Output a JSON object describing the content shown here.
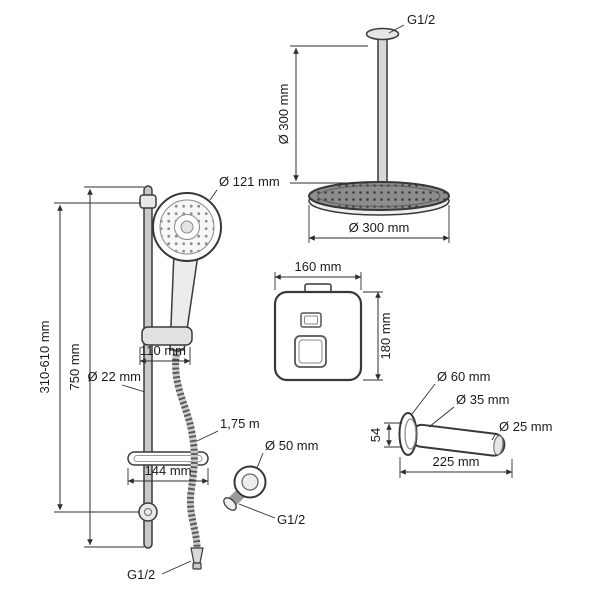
{
  "colors": {
    "ink": "#2d2d2d",
    "background": "#ffffff"
  },
  "diagram": {
    "ceiling_shower": {
      "thread_label": "G1/2",
      "drop_height": "Ø 300 mm",
      "head_diameter": "Ø 300 mm"
    },
    "hand_shower": {
      "head_diameter": "Ø 121 mm",
      "holder_offset": "110 mm",
      "rail_diameter": "Ø 22 mm",
      "adjustable_range": "310-610 mm",
      "rail_length": "750 mm",
      "hose_length": "1,75 m",
      "shelf_width": "144 mm",
      "hose_thread": "G1/2"
    },
    "mixer": {
      "width": "160 mm",
      "height": "180 mm"
    },
    "wall_elbow": {
      "diameter": "Ø 50 mm",
      "thread": "G1/2"
    },
    "spout": {
      "flange_diameter": "Ø 60 mm",
      "body_diameter": "Ø 35 mm",
      "outlet_diameter": "Ø 25 mm",
      "height": "54",
      "reach": "225 mm"
    }
  }
}
